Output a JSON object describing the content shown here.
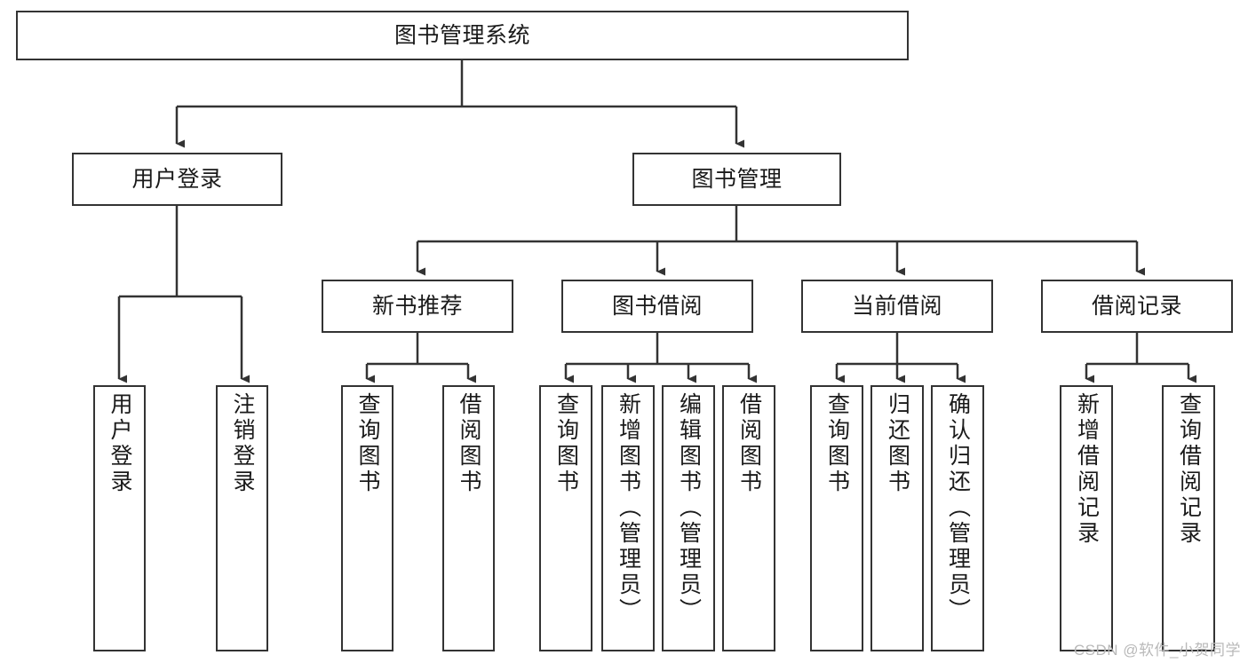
{
  "diagram": {
    "title": "图书管理系统",
    "type": "tree-hierarchy-chart",
    "watermark": "CSDN @软件_小贺同学",
    "colors": {
      "node_border": "#333333",
      "node_fill": "#ffffff",
      "edge": "#333333",
      "text": "#1a1a1a",
      "watermark": "#b9b9b9",
      "background": "#ffffff"
    }
  },
  "nodes": {
    "root": {
      "label": "图书管理系统"
    },
    "level2": [
      {
        "label": "用户登录"
      },
      {
        "label": "图书管理"
      }
    ],
    "level3": [
      {
        "label": "新书推荐"
      },
      {
        "label": "图书借阅"
      },
      {
        "label": "当前借阅"
      },
      {
        "label": "借阅记录"
      }
    ],
    "leaves_user_login": [
      {
        "label": "用户登录"
      },
      {
        "label": "注销登录"
      }
    ],
    "leaves_new_book": [
      {
        "label": "查询图书"
      },
      {
        "label": "借阅图书"
      }
    ],
    "leaves_borrow": [
      {
        "label": "查询图书"
      },
      {
        "label": "新增图书（管理员）"
      },
      {
        "label": "编辑图书（管理员）"
      },
      {
        "label": "借阅图书"
      }
    ],
    "leaves_current": [
      {
        "label": "查询图书"
      },
      {
        "label": "归还图书"
      },
      {
        "label": "确认归还（管理员）"
      }
    ],
    "leaves_records": [
      {
        "label": "新增借阅记录"
      },
      {
        "label": "查询借阅记录"
      }
    ]
  }
}
